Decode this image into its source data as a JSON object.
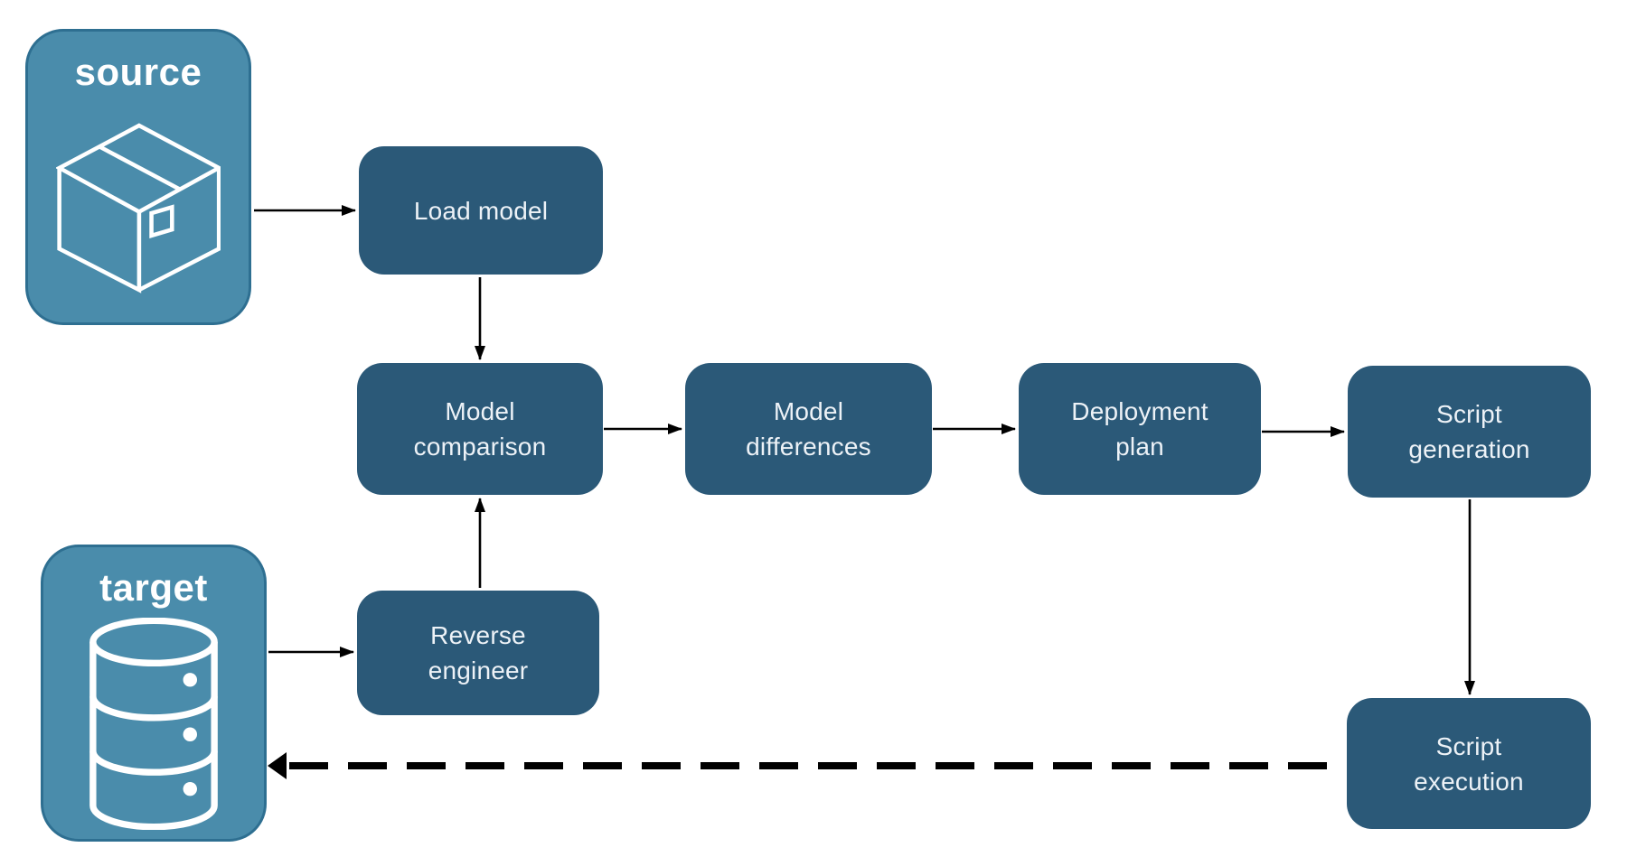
{
  "diagram": {
    "endpoints": {
      "source": {
        "label": "source",
        "icon": "package-icon"
      },
      "target": {
        "label": "target",
        "icon": "database-icon"
      }
    },
    "nodes": {
      "load_model": {
        "label": "Load model"
      },
      "model_comparison": {
        "label": "Model\ncomparison"
      },
      "model_differences": {
        "label": "Model\ndifferences"
      },
      "deployment_plan": {
        "label": "Deployment\nplan"
      },
      "script_generation": {
        "label": "Script\ngeneration"
      },
      "reverse_engineer": {
        "label": "Reverse\nengineer"
      },
      "script_execution": {
        "label": "Script\nexecution"
      }
    },
    "edges": [
      {
        "from": "source",
        "to": "load_model",
        "style": "solid"
      },
      {
        "from": "load_model",
        "to": "model_comparison",
        "style": "solid"
      },
      {
        "from": "model_comparison",
        "to": "model_differences",
        "style": "solid"
      },
      {
        "from": "model_differences",
        "to": "deployment_plan",
        "style": "solid"
      },
      {
        "from": "deployment_plan",
        "to": "script_generation",
        "style": "solid"
      },
      {
        "from": "script_generation",
        "to": "script_execution",
        "style": "solid"
      },
      {
        "from": "reverse_engineer",
        "to": "model_comparison",
        "style": "solid"
      },
      {
        "from": "target",
        "to": "reverse_engineer",
        "style": "solid"
      },
      {
        "from": "script_execution",
        "to": "target",
        "style": "dashed"
      }
    ],
    "colors": {
      "background": "#FFFFFF",
      "node_fill": "#2B5978",
      "node_text": "#EDF2F7",
      "endpoint_fill": "#4A8CAB",
      "endpoint_border": "#2E6F91",
      "endpoint_text": "#FFFFFF",
      "arrow": "#000000"
    }
  }
}
